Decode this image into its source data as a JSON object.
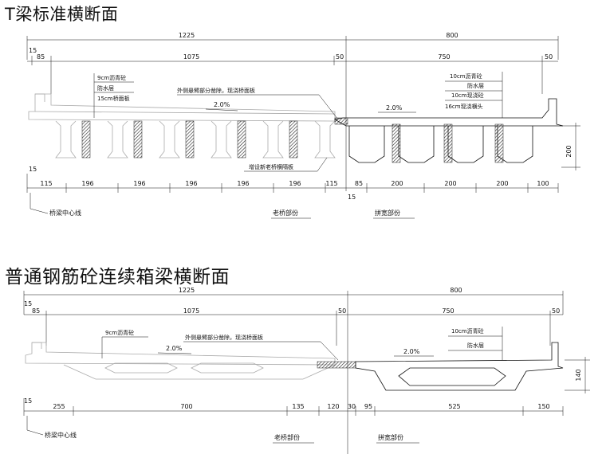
{
  "sections": [
    {
      "title": "T梁标准横断面",
      "top_dims": [
        "1225",
        "800"
      ],
      "second_dims": [
        "15",
        "85",
        "1075",
        "50",
        "750",
        "50"
      ],
      "bottom_dims_old": [
        "115",
        "196",
        "196",
        "196",
        "196",
        "196",
        "115"
      ],
      "bottom_dims_new": [
        "85",
        "200",
        "200",
        "200",
        "100"
      ],
      "left_markers": [
        "15",
        "15"
      ],
      "center_marker": "15",
      "right_height": "200",
      "notes_left": [
        "9cm沥青砼",
        "防水层",
        "15cm桥面板"
      ],
      "note_mid": "外侧悬臂部分凿除，现浇桥面板",
      "note_bottom": "增设新老桥横隔板",
      "notes_right": [
        "10cm沥青砼",
        "防水层",
        "10cm现浇砼",
        "16cm现浇横头"
      ],
      "slopes": [
        "2.0%",
        "2.0%"
      ],
      "labels": {
        "centerline": "桥梁中心线",
        "old": "老桥部份",
        "new": "拼宽部份"
      }
    },
    {
      "title": "普通钢筋砼连续箱梁横断面",
      "top_dims": [
        "1225",
        "800"
      ],
      "second_dims": [
        "15",
        "85",
        "1075",
        "50",
        "750",
        "50"
      ],
      "bottom_dims_old": [
        "255",
        "700",
        "135",
        "120"
      ],
      "bottom_dims_new": [
        "30",
        "95",
        "525",
        "150"
      ],
      "left_markers": [
        "15",
        "15"
      ],
      "right_height": "140",
      "notes_left": [
        "9cm沥青砼"
      ],
      "note_mid": "外侧悬臂部分凿除，现浇桥面板",
      "notes_right": [
        "10cm沥青砼",
        "防水层"
      ],
      "slopes": [
        "2.0%",
        "2.0%"
      ],
      "labels": {
        "centerline": "桥梁中心线",
        "old": "老桥部份",
        "new": "拼宽部份"
      }
    }
  ]
}
